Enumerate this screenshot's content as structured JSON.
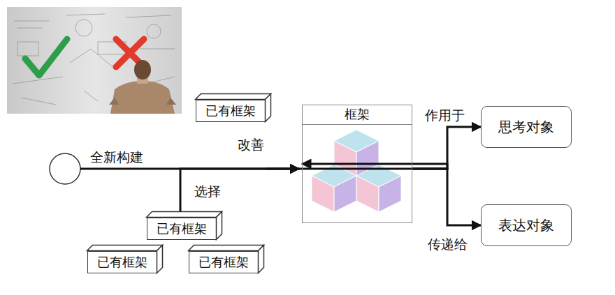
{
  "diagram": {
    "nodes": [
      {
        "text": [
          "已有框架"
        ]
      },
      {
        "text": [
          "已有框架"
        ]
      },
      {
        "text": [
          "已有框架"
        ]
      },
      {
        "text": [
          "已有框架"
        ]
      },
      {
        "text": [
          "框架"
        ]
      },
      {
        "text": [
          "思考对象"
        ]
      },
      {
        "text": [
          "表达对象"
        ]
      }
    ],
    "edges": [
      {
        "from": 0,
        "to": 4,
        "label": "改善",
        "arrow": "to"
      },
      {
        "from": 1,
        "to": 4,
        "label": "选择",
        "arrow": "to"
      },
      {
        "from": 4,
        "to": 5,
        "label": "作用于",
        "arrow": "to"
      },
      {
        "from": 4,
        "to": 6,
        "label": "传递给",
        "arrow": "to"
      }
    ],
    "labels": [
      "全新构建"
    ]
  }
}
